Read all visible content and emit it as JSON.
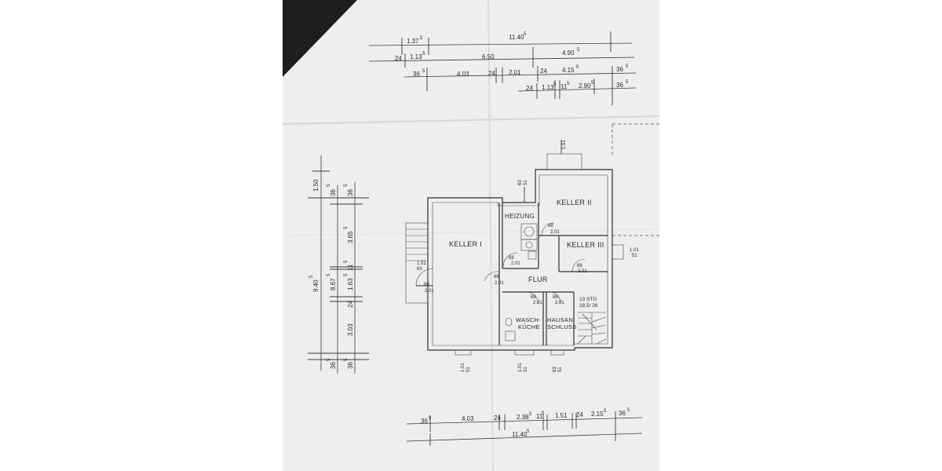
{
  "top_dims": {
    "row1": {
      "a": "1.37",
      "a_sup": "5",
      "b": "11.40",
      "b_sup": "5"
    },
    "row2": {
      "a": "24",
      "b": "1.13",
      "b_sup": "5",
      "c": "6.50",
      "d": "4.90",
      "d_sup": "5"
    },
    "row3": {
      "a": "36",
      "a_sup": "5",
      "b": "4.03",
      "c": "24",
      "d": "2.01",
      "e": "24",
      "f": "4.15",
      "f_sup": "5",
      "g": "36",
      "g_sup": "5"
    },
    "row4": {
      "a": "24",
      "b": "1.13",
      "b_sup": "5",
      "c": "11",
      "c_sup": "5",
      "d": "2.90",
      "d_sup": "5",
      "e": "36",
      "e_sup": "5"
    }
  },
  "left_dims": {
    "outer": "9.40",
    "outer_sup": "5",
    "middle": "8.67",
    "middle_sup": "5",
    "segments": [
      {
        "v": "1.50"
      },
      {
        "v": "36",
        "sup": "5"
      },
      {
        "v": "36",
        "sup": "5"
      },
      {
        "v": "3.65",
        "sup": "5"
      },
      {
        "v": "11",
        "sup": "5"
      },
      {
        "v": "1.63",
        "sup": "5"
      },
      {
        "v": "24"
      },
      {
        "v": "3.03"
      },
      {
        "v": "36",
        "sup": "5"
      },
      {
        "v": "36",
        "sup": "5"
      }
    ]
  },
  "bottom_dims": {
    "a": "36",
    "a_sup": "5",
    "b": "4.03",
    "c": "24",
    "d": "2.38",
    "d_sup": "5",
    "e": "11",
    "e_sup": "5",
    "f": "1.51",
    "g": "24",
    "h": "2.15",
    "h_sup": "5",
    "i": "36",
    "i_sup": "5",
    "total": "11.40",
    "total_sup": "5"
  },
  "rooms": {
    "keller1": "KELLER I",
    "keller2": "KELLER II",
    "keller3": "KELLER III",
    "heizung": "HEIZUNG",
    "flur": "FLUR",
    "wasch_line1": "WASCH-",
    "wasch_line2": "KÜCHE",
    "hausan_line1": "HAUSAN-",
    "hausan_line2": "SCHLUSS",
    "stairs_line1": "13 STG",
    "stairs_line2": "18,5/ 26"
  },
  "annotations": {
    "top_window": "1.51",
    "heizung_window_a": "63",
    "heizung_window_b": "51",
    "keller3_window_a": "1.01",
    "keller3_window_b": "51",
    "entry_a": "1.01",
    "entry_b": "63",
    "door_left_a": "88",
    "door_left_b": "2.01",
    "door_heiz_a": "88",
    "door_heiz_b": "2.01",
    "door_flur_a": "88",
    "door_flur_b": "2.01",
    "door_k2_a": "88",
    "door_k2_b": "2.01",
    "door_k3_a": "88",
    "door_k3_b": "2.01",
    "door_wasch_a": "88",
    "door_wasch_b": "2.01",
    "door_hausan_a": "88",
    "door_hausan_b": "2.01",
    "win_bottom_1a": "1.01",
    "win_bottom_1b": "51",
    "win_bottom_2a": "1.01",
    "win_bottom_2b": "51",
    "win_bottom_3a": "63",
    "win_bottom_3b": "51"
  }
}
